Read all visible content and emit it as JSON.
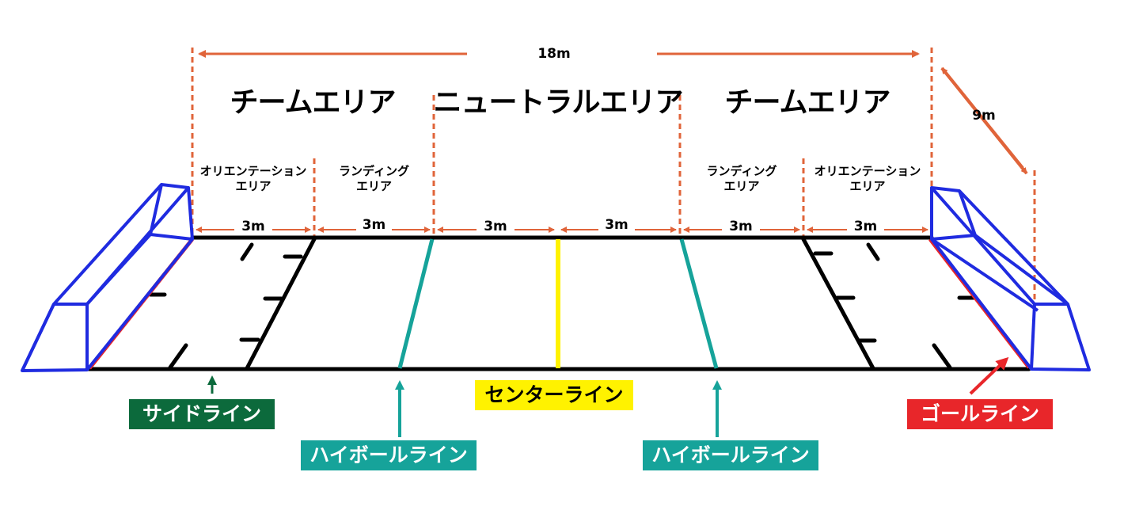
{
  "areas": {
    "team_left": "チームエリア",
    "neutral": "ニュートラルエリア",
    "team_right": "チームエリア"
  },
  "sub_areas": {
    "orientation_left_l1": "オリエンテーション",
    "orientation_left_l2": "エリア",
    "landing_left_l1": "ランディング",
    "landing_left_l2": "エリア",
    "landing_right_l1": "ランディング",
    "landing_right_l2": "エリア",
    "orientation_right_l1": "オリエンテーション",
    "orientation_right_l2": "エリア"
  },
  "dimensions": {
    "total_length": "18m",
    "width": "9m",
    "segments": [
      "3m",
      "3m",
      "3m",
      "3m",
      "3m",
      "3m"
    ]
  },
  "line_labels": {
    "side_line": "サイドライン",
    "high_ball_left": "ハイボールライン",
    "center_line": "センターライン",
    "high_ball_right": "ハイボールライン",
    "goal_line": "ゴールライン"
  },
  "colors": {
    "dimension": "#E0643A",
    "goal": "#E8262A",
    "goal_box": "#1F2BE0",
    "high_ball": "#16A39A",
    "center": "#FFF200",
    "side_tag": "#0C6A3C",
    "court_line": "#000000"
  }
}
